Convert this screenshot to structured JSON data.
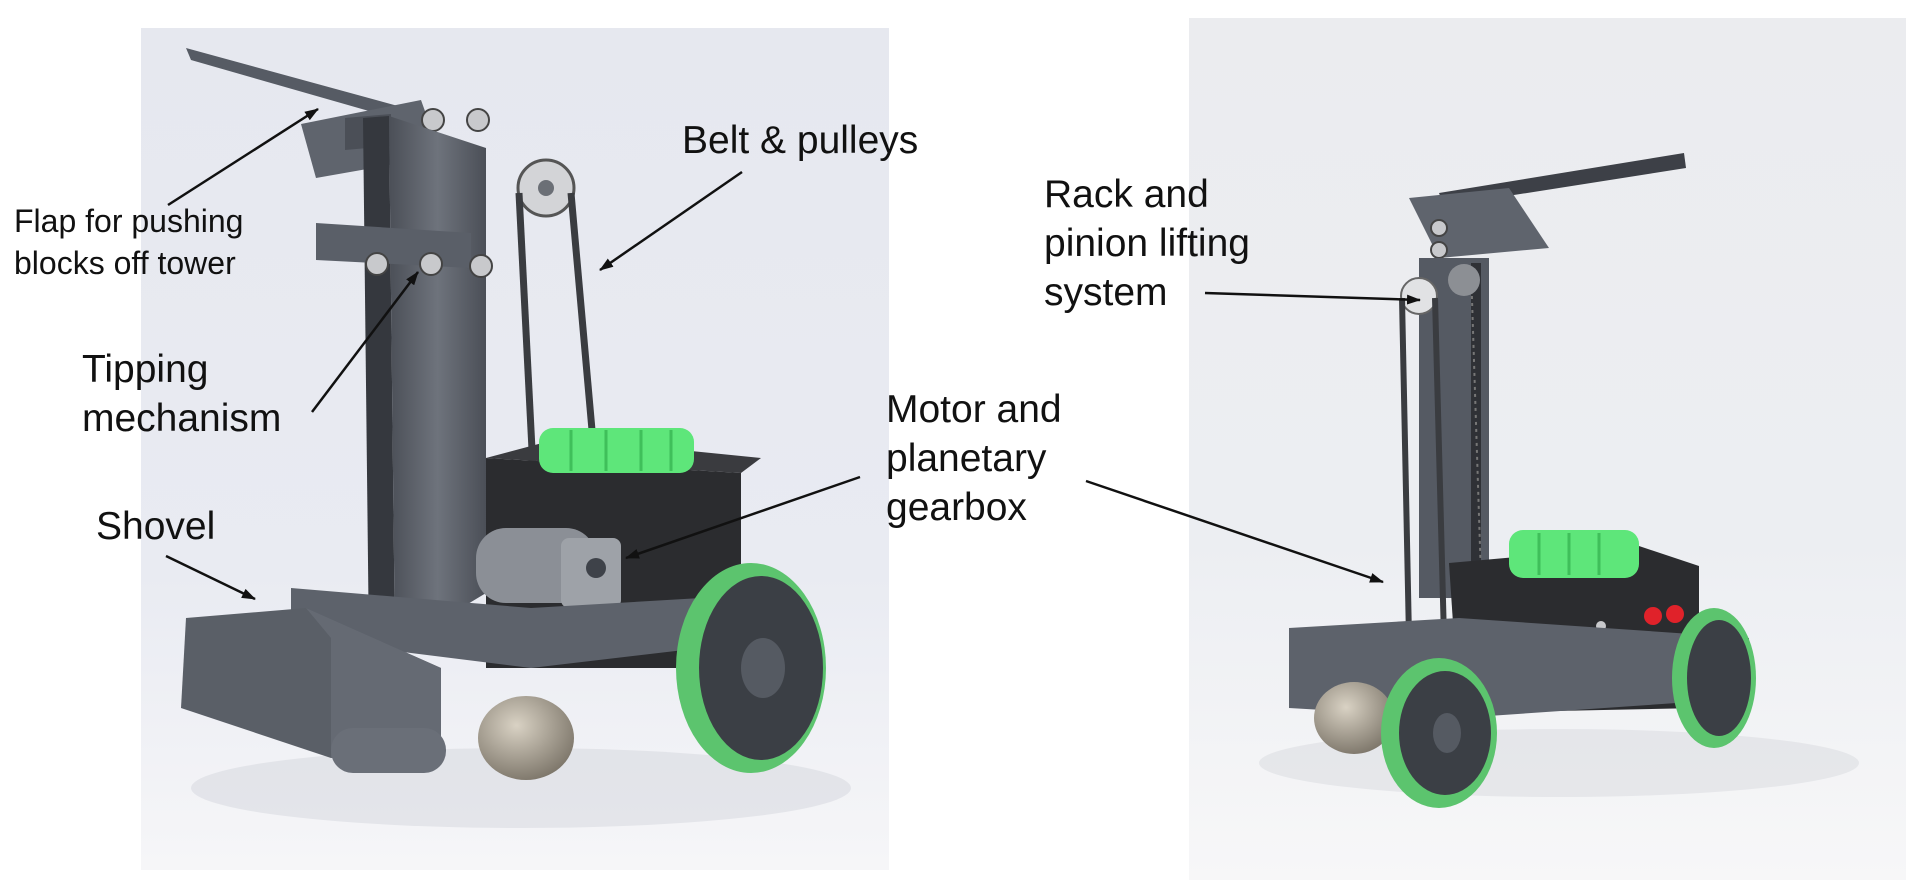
{
  "labels": {
    "flap": "Flap for pushing\nblocks off tower",
    "belt": "Belt & pulleys",
    "tipping": "Tipping\nmechanism",
    "shovel": "Shovel",
    "motor": "Motor and\nplanetary\ngearbox",
    "rack": "Rack and\npinion lifting\nsystem"
  },
  "colors": {
    "frame": "#5d626b",
    "frame_dark": "#3e4249",
    "battery": "#5ee67a",
    "wheel_rim": "#5cc46e",
    "wheel_hub": "#3b3f45",
    "box": "#2b2c2f",
    "connector_red": "#e0222a"
  }
}
